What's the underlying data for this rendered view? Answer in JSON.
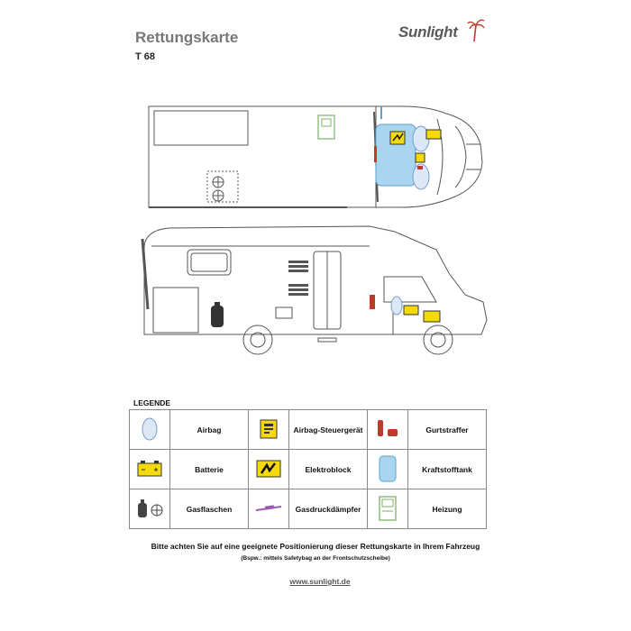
{
  "header": {
    "title": "Rettungskarte",
    "model": "T 68"
  },
  "brand": {
    "logo_text": "Sunlight",
    "accent": "#c0392b",
    "logo_text_color": "#5a5a5a"
  },
  "colors": {
    "airbag": "#dce8f8",
    "airbag_stroke": "#7a9cc9",
    "battery": "#f5d90a",
    "tank": "#a9d6ee",
    "tank_stroke": "#5aa3cc",
    "belt": "#c0392b",
    "heater": "#7fb069",
    "damper": "#9b59b6",
    "line": "#555555"
  },
  "legend": {
    "title": "LEGENDE",
    "rows": [
      [
        {
          "icon": "airbag-icon",
          "label": "Airbag"
        },
        {
          "icon": "airbag-control-unit-icon",
          "label": "Airbag-Steuergerät"
        },
        {
          "icon": "belt-tensioner-icon",
          "label": "Gurtstraffer"
        }
      ],
      [
        {
          "icon": "battery-icon",
          "label": "Batterie"
        },
        {
          "icon": "electrical-block-icon",
          "label": "Elektroblock"
        },
        {
          "icon": "fuel-tank-icon",
          "label": "Kraftstofftank"
        }
      ],
      [
        {
          "icon": "gas-bottle-icon",
          "label": "Gasflaschen"
        },
        {
          "icon": "gas-damper-icon",
          "label": "Gasdruckdämpfer"
        },
        {
          "icon": "heater-icon",
          "label": "Heizung"
        }
      ]
    ]
  },
  "footer": {
    "note": "Bitte achten Sie auf eine geeignete Positionierung dieser Rettungskarte in Ihrem Fahrzeug",
    "note_sub": "(Bspw.: mittels Safetybag an der Frontschutzscheibe)",
    "website": "www.sunlight.de"
  }
}
